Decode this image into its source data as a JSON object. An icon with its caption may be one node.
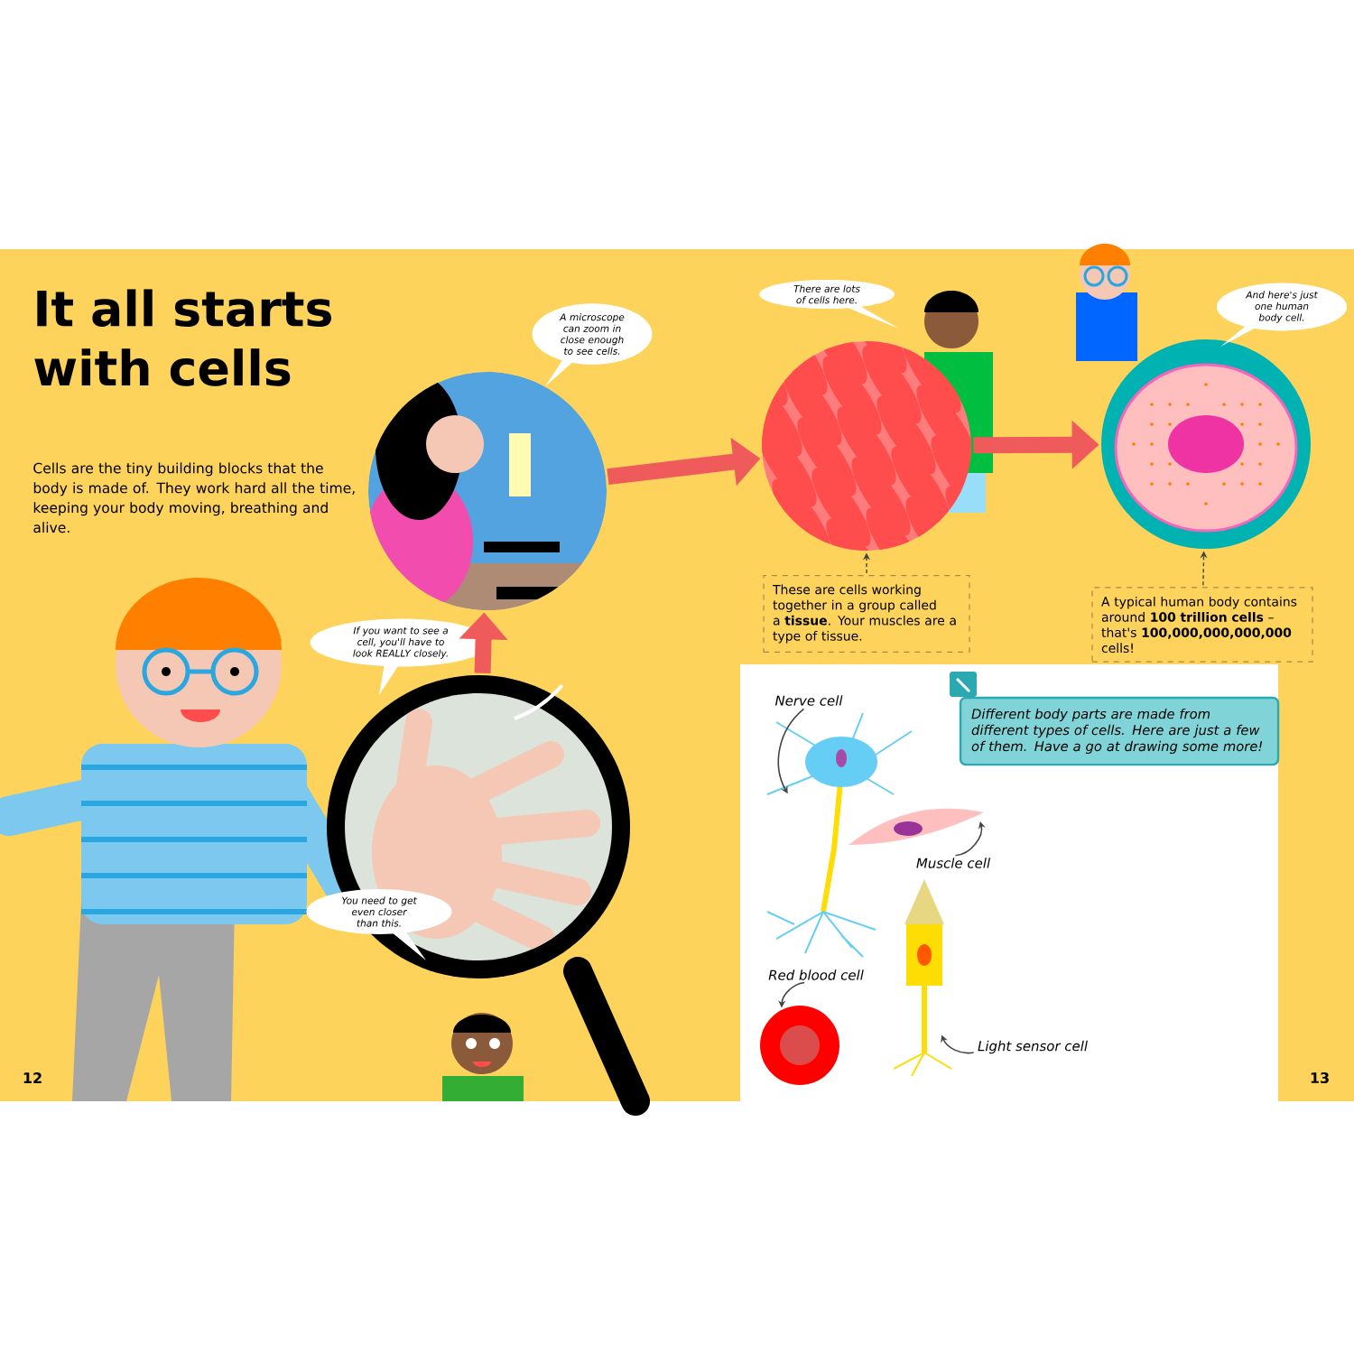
{
  "diagram": {
    "title": "It all starts with cells",
    "nodes": [
      {
        "text": [],
        "shape": "picture"
      },
      {
        "text": [],
        "shape": "picture"
      },
      {
        "text": [],
        "shape": "picture"
      },
      {
        "text": [],
        "shape": "picture"
      },
      {
        "text": [
          "A microscope can zoom in close enough to see cells."
        ]
      },
      {
        "text": [
          "There are lots of cells here."
        ]
      },
      {
        "text": [
          "And here's just one human body cell."
        ]
      },
      {
        "text": [
          "If you want to see a cell, you'll have to look REALLY closely."
        ]
      },
      {
        "text": [
          "You need to get even closer than this."
        ]
      },
      {
        "text": [
          "These are cells working together in a group called a **tissue**. Your muscles are a type of tissue."
        ]
      },
      {
        "text": [
          "A typical human body contains around **100 trillion cells** – that's **100,000,000,000,000** cells!"
        ]
      },
      {
        "text": [
          "Different body parts are made from different types of cells. Here are just a few of them. Have a go at drawing some more!"
        ]
      },
      {
        "text": [
          "Nerve cell"
        ]
      },
      {
        "text": [],
        "shape": "picture"
      },
      {
        "text": [
          "Muscle cell"
        ]
      },
      {
        "text": [],
        "shape": "picture"
      },
      {
        "text": [
          "Red blood cell"
        ]
      },
      {
        "text": [],
        "shape": "picture"
      },
      {
        "text": [
          "Light sensor cell"
        ]
      },
      {
        "text": [],
        "shape": "picture"
      }
    ],
    "edges": [
      {
        "from": 0,
        "to": 1,
        "arrow": "to",
        "style": "thick",
        "color": "#ef5b5b"
      },
      {
        "from": 1,
        "to": 2,
        "arrow": "to",
        "style": "thick",
        "color": "#ef5b5b"
      },
      {
        "from": 2,
        "to": 3,
        "arrow": "to",
        "style": "thick",
        "color": "#ef5b5b"
      },
      {
        "from": 9,
        "to": 2,
        "arrow": "to",
        "style": "dashed"
      },
      {
        "from": 10,
        "to": 3,
        "arrow": "to",
        "style": "dashed"
      },
      {
        "from": 12,
        "to": 13,
        "arrow": "to"
      },
      {
        "from": 14,
        "to": 15,
        "arrow": "to"
      },
      {
        "from": 16,
        "to": 17,
        "arrow": "to"
      },
      {
        "from": 18,
        "to": 19,
        "arrow": "to"
      }
    ],
    "labels": [
      "Cells are the tiny building blocks that the body is made of. They work hard all the time, keeping your body moving, breathing and alive.",
      "12",
      "13"
    ]
  }
}
